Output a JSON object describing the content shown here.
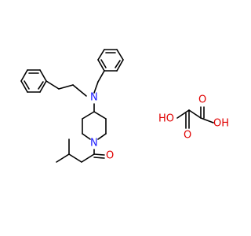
{
  "colors": {
    "bond": "#000000",
    "nitrogen": "#1a1aff",
    "oxygen": "#e00000",
    "background": "#ffffff"
  },
  "labels": {
    "amine_n": "N",
    "piperidine_n": "N",
    "ketone_o": "O",
    "acid_o_top": "O",
    "acid_o_bottom": "O",
    "acid_oh_left": "HO",
    "acid_oh_right": "OH"
  }
}
